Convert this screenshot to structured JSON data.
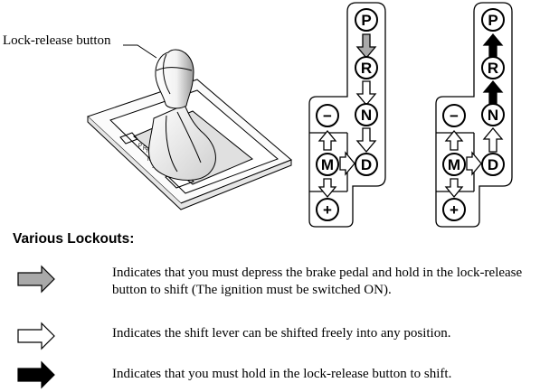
{
  "callout": {
    "lock_release_button": "Lock-release button"
  },
  "gate_labels": {
    "park": "P",
    "reverse": "R",
    "neutral": "N",
    "drive": "D",
    "manual": "M",
    "downshift": "−",
    "upshift": "+"
  },
  "section_title": "Various Lockouts:",
  "legend": [
    {
      "arrow": "gray-arrow-icon",
      "text": "Indicates that you must depress the brake pedal and hold in the lock-release button to shift (The ignition must be switched ON)."
    },
    {
      "arrow": "white-arrow-icon",
      "text": "Indicates the shift lever can be shifted freely into any position."
    },
    {
      "arrow": "black-arrow-icon",
      "text": "Indicates that you must hold in the lock-release button to shift."
    }
  ],
  "colors": {
    "gray_arrow": "#a9a9a9",
    "white_arrow": "#ffffff",
    "black_arrow": "#000000",
    "line": "#000000"
  }
}
